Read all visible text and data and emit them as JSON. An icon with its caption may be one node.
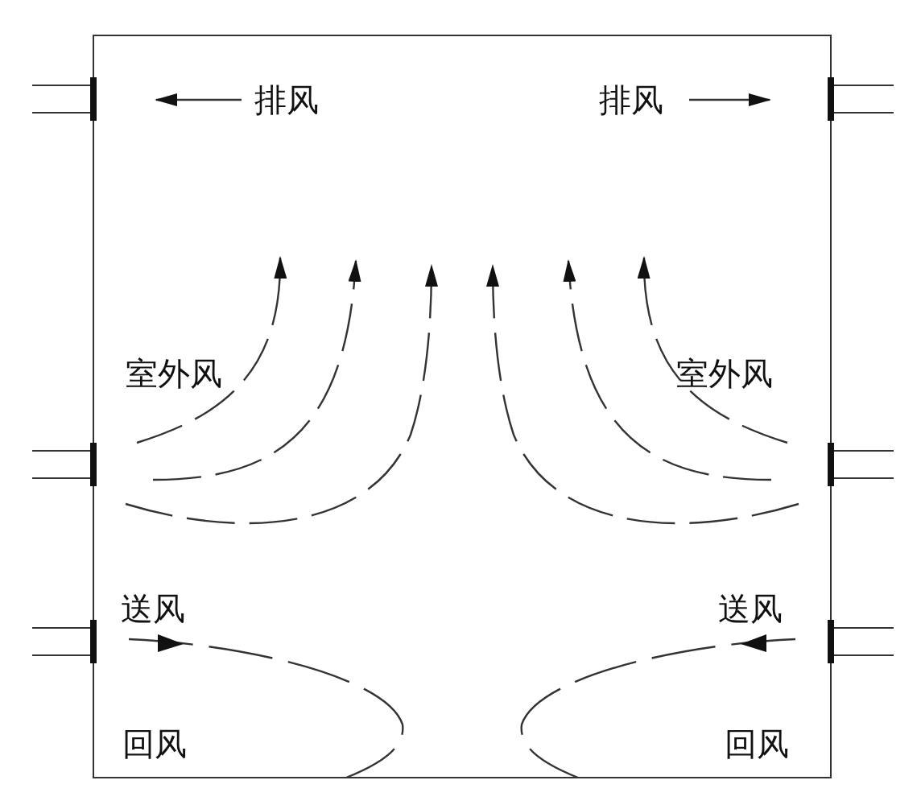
{
  "diagram": {
    "labels": [
      "排风",
      "排风",
      "室外风",
      "室外风",
      "送风",
      "送风",
      "回风",
      "回风"
    ]
  }
}
